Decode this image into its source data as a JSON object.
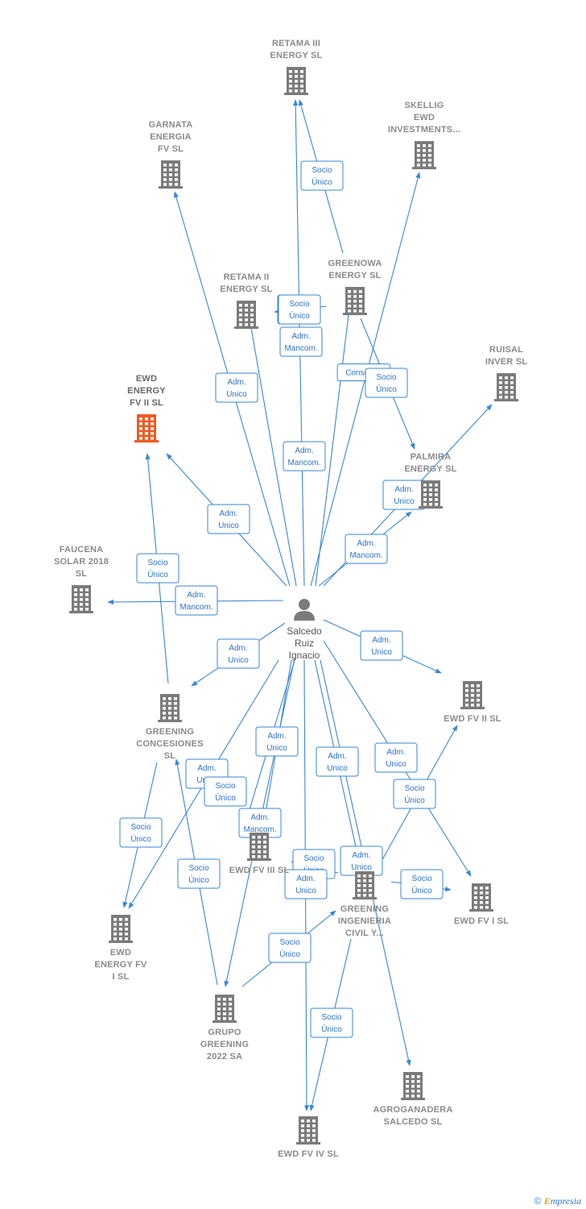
{
  "colors": {
    "edge": "#3a86d6",
    "node": "#7b7b7b",
    "focus_node": "#f05a22",
    "label": "#8a8a8a"
  },
  "person": {
    "id": "person",
    "lines": [
      "Salcedo",
      "Ruiz",
      "Ignacio"
    ],
    "icon": "person-icon"
  },
  "nodes": [
    {
      "id": "retama3",
      "lines": [
        "RETAMA III",
        "ENERGY  SL"
      ],
      "icon": "building-icon"
    },
    {
      "id": "skellig",
      "lines": [
        "SKELLIG",
        "EWD",
        "INVESTMENTS..."
      ],
      "icon": "building-icon"
    },
    {
      "id": "garnata",
      "lines": [
        "GARNATA",
        "ENERGIA",
        "FV  SL"
      ],
      "icon": "building-icon"
    },
    {
      "id": "greenowa",
      "lines": [
        "GREENOWA",
        "ENERGY  SL"
      ],
      "icon": "building-icon"
    },
    {
      "id": "retama2",
      "lines": [
        "RETAMA II",
        "ENERGY  SL"
      ],
      "icon": "building-icon"
    },
    {
      "id": "ruisal",
      "lines": [
        "RUISAL",
        "INVER  SL"
      ],
      "icon": "building-icon"
    },
    {
      "id": "ewdfv2focus",
      "lines": [
        "EWD",
        "ENERGY",
        "FV II  SL"
      ],
      "icon": "building-icon",
      "focus": true
    },
    {
      "id": "palmira",
      "lines": [
        "PALMIRA",
        "ENERGY  SL"
      ],
      "icon": "building-icon"
    },
    {
      "id": "faucena",
      "lines": [
        "FAUCENA",
        "SOLAR 2018",
        "SL"
      ],
      "icon": "building-icon"
    },
    {
      "id": "ewdfvii",
      "lines": [
        "EWD FV II  SL"
      ],
      "icon": "building-icon"
    },
    {
      "id": "greeningcon",
      "lines": [
        "GREENING",
        "CONCESIONES",
        "SL"
      ],
      "icon": "building-icon"
    },
    {
      "id": "ewdfviii",
      "lines": [
        "EWD FV III  SL"
      ],
      "icon": "building-icon"
    },
    {
      "id": "greeningic",
      "lines": [
        "GREENING",
        "INGENIERIA",
        "CIVIL Y..."
      ],
      "icon": "building-icon"
    },
    {
      "id": "ewdfvi",
      "lines": [
        "EWD FV I  SL"
      ],
      "icon": "building-icon"
    },
    {
      "id": "ewdenergyfvi",
      "lines": [
        "EWD",
        "ENERGY FV",
        "I  SL"
      ],
      "icon": "building-icon"
    },
    {
      "id": "grupogreening",
      "lines": [
        "GRUPO",
        "GREENING",
        "2022 SA"
      ],
      "icon": "building-icon"
    },
    {
      "id": "agroganadera",
      "lines": [
        "AGROGANADERA",
        "SALCEDO SL"
      ],
      "icon": "building-icon"
    },
    {
      "id": "ewdfviv",
      "lines": [
        "EWD FV IV  SL"
      ],
      "icon": "building-icon"
    }
  ],
  "edges": [
    {
      "from": "person",
      "to": "retama3",
      "label": [
        "Adm.",
        "Mancom."
      ]
    },
    {
      "from": "greenowa",
      "to": "retama3",
      "label": [
        "Socio",
        "Único"
      ]
    },
    {
      "from": "person",
      "to": "skellig",
      "label": [
        "Adm.",
        "Mancom."
      ]
    },
    {
      "from": "person",
      "to": "garnata",
      "label": [
        "Adm.",
        "Unico"
      ]
    },
    {
      "from": "greenowa",
      "to": "retama2",
      "label": [
        "Socio",
        "Único"
      ]
    },
    {
      "from": "person",
      "to": "retama2",
      "label": [
        "Adm.",
        "Mancom."
      ]
    },
    {
      "from": "person",
      "to": "greenowa",
      "label": [
        "Consejero"
      ]
    },
    {
      "from": "greenowa",
      "to": "palmira",
      "label": [
        "Socio",
        "Único"
      ]
    },
    {
      "from": "person",
      "to": "ruisal",
      "label": [
        "Adm.",
        "Unico"
      ]
    },
    {
      "from": "person",
      "to": "ewdfv2focus",
      "label": [
        "Adm.",
        "Unico"
      ]
    },
    {
      "from": "person",
      "to": "palmira",
      "label": [
        "Adm.",
        "Mancom."
      ]
    },
    {
      "from": "greeningcon",
      "to": "ewdfv2focus",
      "label": [
        "Socio",
        "Único"
      ]
    },
    {
      "from": "person",
      "to": "faucena",
      "label": [
        "Adm.",
        "Mancom."
      ]
    },
    {
      "from": "person",
      "to": "ewdfvii",
      "label": [
        "Adm.",
        "Unico"
      ]
    },
    {
      "from": "person",
      "to": "greeningcon",
      "label": [
        "Adm.",
        "Unico"
      ]
    },
    {
      "from": "person",
      "to": "ewdfviii",
      "label": [
        "Adm.",
        "Unico"
      ]
    },
    {
      "from": "person",
      "to": "greeningic",
      "label": [
        "Adm.",
        "Unico"
      ]
    },
    {
      "from": "person",
      "to": "ewdfvi",
      "label": [
        "Adm.",
        "Unico"
      ]
    },
    {
      "from": "greeningic",
      "to": "ewdfvii",
      "label": [
        "Socio",
        "Único"
      ]
    },
    {
      "from": "greeningic",
      "to": "ewdfvi",
      "label": [
        "Socio",
        "Único"
      ]
    },
    {
      "from": "person",
      "to": "ewdenergyfvi",
      "label": [
        "Adm.",
        "Unico"
      ]
    },
    {
      "from": "greeningcon",
      "to": "ewdenergyfvi",
      "label": [
        "Socio",
        "Único"
      ]
    },
    {
      "from": "grupogreening",
      "to": "greeningcon",
      "label": [
        "Socio",
        "Único"
      ]
    },
    {
      "from": "grupogreening",
      "to": "ewdfviii",
      "label": [
        "Socio",
        "Único"
      ]
    },
    {
      "from": "greeningic",
      "to": "ewdfviii",
      "label": [
        "Socio",
        "Único"
      ]
    },
    {
      "from": "person",
      "to": "grupogreening",
      "label": [
        "Adm.",
        "Mancom."
      ]
    },
    {
      "from": "grupogreening",
      "to": "greeningic",
      "label": [
        "Socio",
        "Único"
      ]
    },
    {
      "from": "greeningic",
      "to": "ewdfviv",
      "label": [
        "Socio",
        "Único"
      ]
    },
    {
      "from": "person",
      "to": "agroganadera",
      "label": [
        "Adm.",
        "Unico"
      ]
    },
    {
      "from": "person",
      "to": "ewdfviv",
      "label": [
        "Adm.",
        "Unico"
      ]
    }
  ],
  "footer": {
    "copyright": "©",
    "brand_first": "E",
    "brand_rest": "mpresia"
  }
}
